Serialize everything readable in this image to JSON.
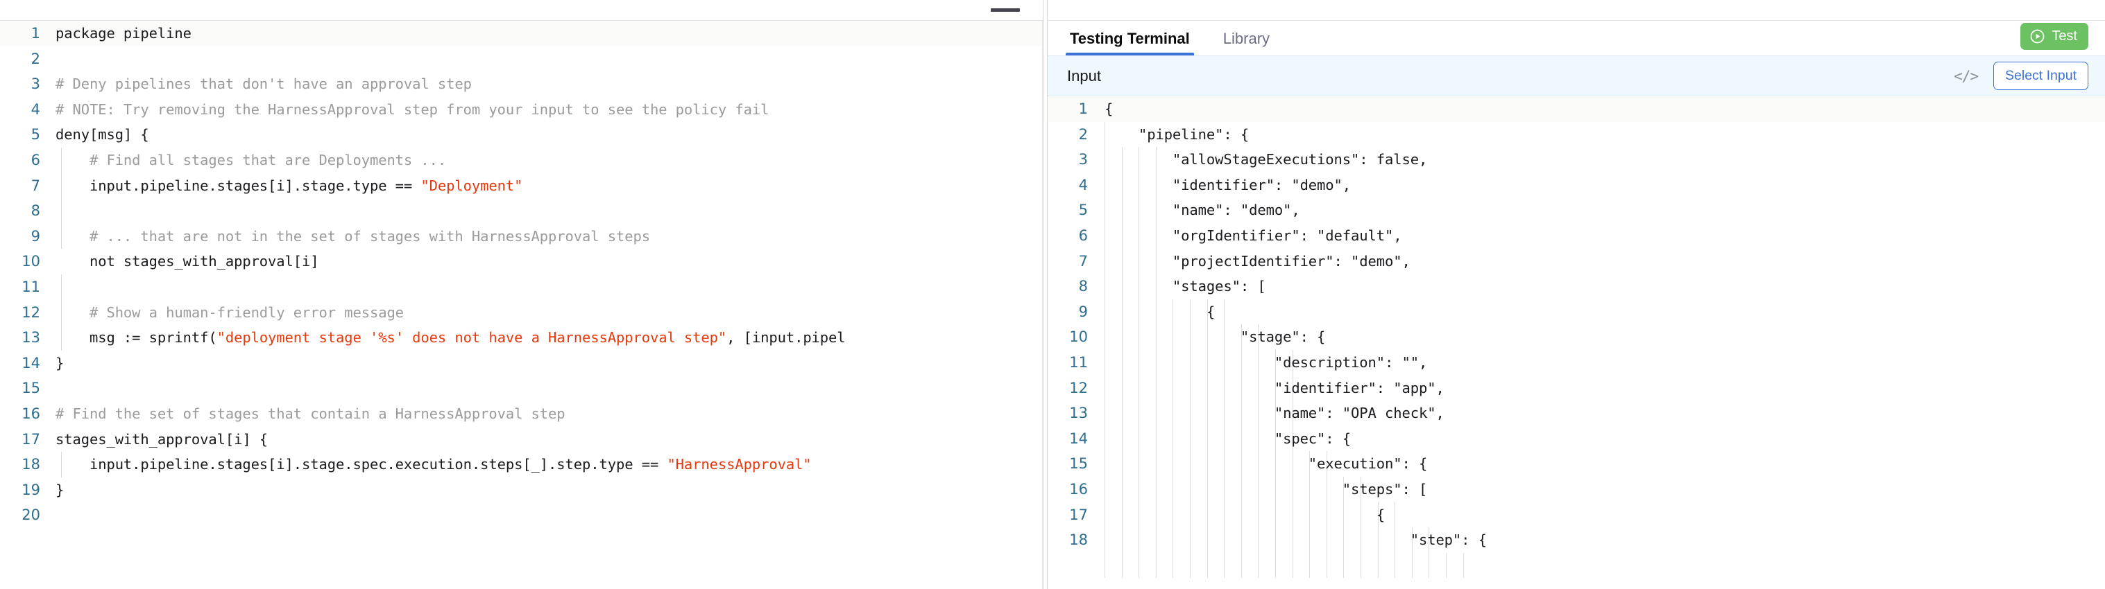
{
  "left_editor": {
    "minimize_icon": "minimize-dash-icon",
    "lines": [
      {
        "n": "1",
        "segments": [
          {
            "t": "package pipeline",
            "c": "plain"
          }
        ]
      },
      {
        "n": "2",
        "segments": [
          {
            "t": "",
            "c": "plain"
          }
        ]
      },
      {
        "n": "3",
        "segments": [
          {
            "t": "# Deny pipelines that don't have an approval step",
            "c": "cmt"
          }
        ]
      },
      {
        "n": "4",
        "segments": [
          {
            "t": "# NOTE: Try removing the HarnessApproval step from your input to see the policy fail",
            "c": "cmt"
          }
        ]
      },
      {
        "n": "5",
        "segments": [
          {
            "t": "deny[msg] {",
            "c": "plain"
          }
        ]
      },
      {
        "n": "6",
        "segments": [
          {
            "t": "    # Find all stages that are Deployments ...",
            "c": "cmt"
          }
        ]
      },
      {
        "n": "7",
        "segments": [
          {
            "t": "    input.pipeline.stages[i].stage.type == ",
            "c": "plain"
          },
          {
            "t": "\"Deployment\"",
            "c": "str"
          }
        ]
      },
      {
        "n": "8",
        "segments": [
          {
            "t": "",
            "c": "plain"
          }
        ]
      },
      {
        "n": "9",
        "segments": [
          {
            "t": "    # ... that are not in the set of stages with HarnessApproval steps",
            "c": "cmt"
          }
        ]
      },
      {
        "n": "10",
        "segments": [
          {
            "t": "    not stages_with_approval[i]",
            "c": "plain"
          }
        ]
      },
      {
        "n": "11",
        "segments": [
          {
            "t": "",
            "c": "plain"
          }
        ]
      },
      {
        "n": "12",
        "segments": [
          {
            "t": "    # Show a human-friendly error message",
            "c": "cmt"
          }
        ]
      },
      {
        "n": "13",
        "segments": [
          {
            "t": "    msg := sprintf(",
            "c": "plain"
          },
          {
            "t": "\"deployment stage '%s' does not have a HarnessApproval step\"",
            "c": "str"
          },
          {
            "t": ", [input.pipel",
            "c": "plain"
          }
        ]
      },
      {
        "n": "14",
        "segments": [
          {
            "t": "}",
            "c": "plain"
          }
        ]
      },
      {
        "n": "15",
        "segments": [
          {
            "t": "",
            "c": "plain"
          }
        ]
      },
      {
        "n": "16",
        "segments": [
          {
            "t": "# Find the set of stages that contain a HarnessApproval step",
            "c": "cmt"
          }
        ]
      },
      {
        "n": "17",
        "segments": [
          {
            "t": "stages_with_approval[i] {",
            "c": "plain"
          }
        ]
      },
      {
        "n": "18",
        "segments": [
          {
            "t": "    input.pipeline.stages[i].stage.spec.execution.steps[_].step.type == ",
            "c": "plain"
          },
          {
            "t": "\"HarnessApproval\"",
            "c": "str"
          }
        ]
      },
      {
        "n": "19",
        "segments": [
          {
            "t": "}",
            "c": "plain"
          }
        ]
      },
      {
        "n": "20",
        "segments": [
          {
            "t": "",
            "c": "plain"
          }
        ]
      }
    ]
  },
  "right_panel": {
    "tabs": [
      {
        "label": "Testing Terminal",
        "active": true
      },
      {
        "label": "Library",
        "active": false
      }
    ],
    "test_button": {
      "label": "Test",
      "icon": "play-circle-icon",
      "color": "#6cc263"
    },
    "input_bar": {
      "title": "Input",
      "code_icon": "</>",
      "select_input_label": "Select Input",
      "accent": "#3b72d9",
      "background": "#eff8fc"
    },
    "minimize_icon": "minimize-dash-icon",
    "json_lines": [
      {
        "n": "1",
        "t": "{"
      },
      {
        "n": "2",
        "t": "    \"pipeline\": {"
      },
      {
        "n": "3",
        "t": "        \"allowStageExecutions\": false,"
      },
      {
        "n": "4",
        "t": "        \"identifier\": \"demo\","
      },
      {
        "n": "5",
        "t": "        \"name\": \"demo\","
      },
      {
        "n": "6",
        "t": "        \"orgIdentifier\": \"default\","
      },
      {
        "n": "7",
        "t": "        \"projectIdentifier\": \"demo\","
      },
      {
        "n": "8",
        "t": "        \"stages\": ["
      },
      {
        "n": "9",
        "t": "            {"
      },
      {
        "n": "10",
        "t": "                \"stage\": {"
      },
      {
        "n": "11",
        "t": "                    \"description\": \"\","
      },
      {
        "n": "12",
        "t": "                    \"identifier\": \"app\","
      },
      {
        "n": "13",
        "t": "                    \"name\": \"OPA check\","
      },
      {
        "n": "14",
        "t": "                    \"spec\": {"
      },
      {
        "n": "15",
        "t": "                        \"execution\": {"
      },
      {
        "n": "16",
        "t": "                            \"steps\": ["
      },
      {
        "n": "17",
        "t": "                                {"
      },
      {
        "n": "18",
        "t": "                                    \"step\": {"
      }
    ]
  }
}
